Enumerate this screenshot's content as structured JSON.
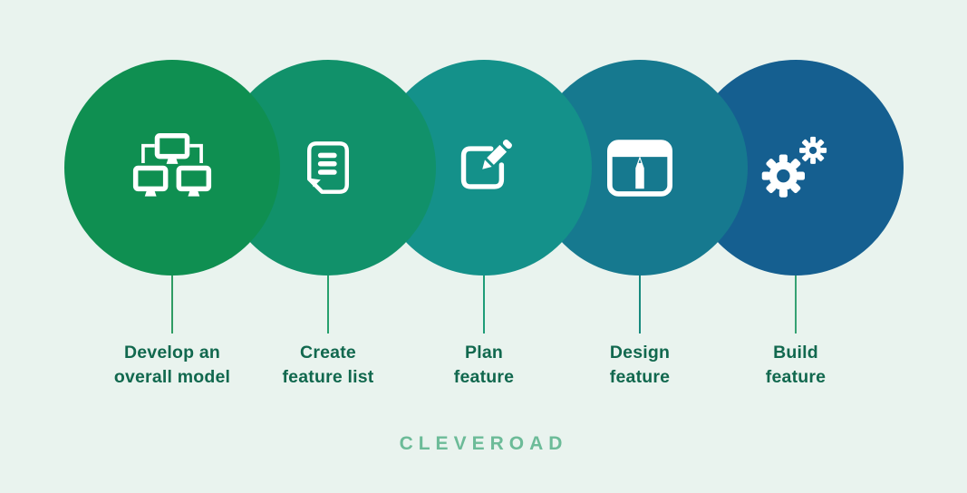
{
  "page": {
    "background_color": "#e9f3ee",
    "label_color": "#11684e",
    "brand": {
      "text": "CLEVEROAD",
      "color": "#6cbb98"
    }
  },
  "steps": [
    {
      "lines": [
        "Develop an",
        "overall model"
      ],
      "icon": "network-monitors-icon",
      "circle_color": "#0f8f51",
      "line_color": "#2f9c63"
    },
    {
      "lines": [
        "Create",
        "feature list"
      ],
      "icon": "document-list-icon",
      "circle_color": "#11916a",
      "line_color": "#27a06d"
    },
    {
      "lines": [
        "Plan",
        "feature"
      ],
      "icon": "edit-pencil-icon",
      "circle_color": "#14918a",
      "line_color": "#1f9c78"
    },
    {
      "lines": [
        "Design",
        "feature"
      ],
      "icon": "design-window-icon",
      "circle_color": "#16798f",
      "line_color": "#178a7e"
    },
    {
      "lines": [
        "Build",
        "feature"
      ],
      "icon": "gears-icon",
      "circle_color": "#155f90",
      "line_color": "#36a273"
    }
  ]
}
